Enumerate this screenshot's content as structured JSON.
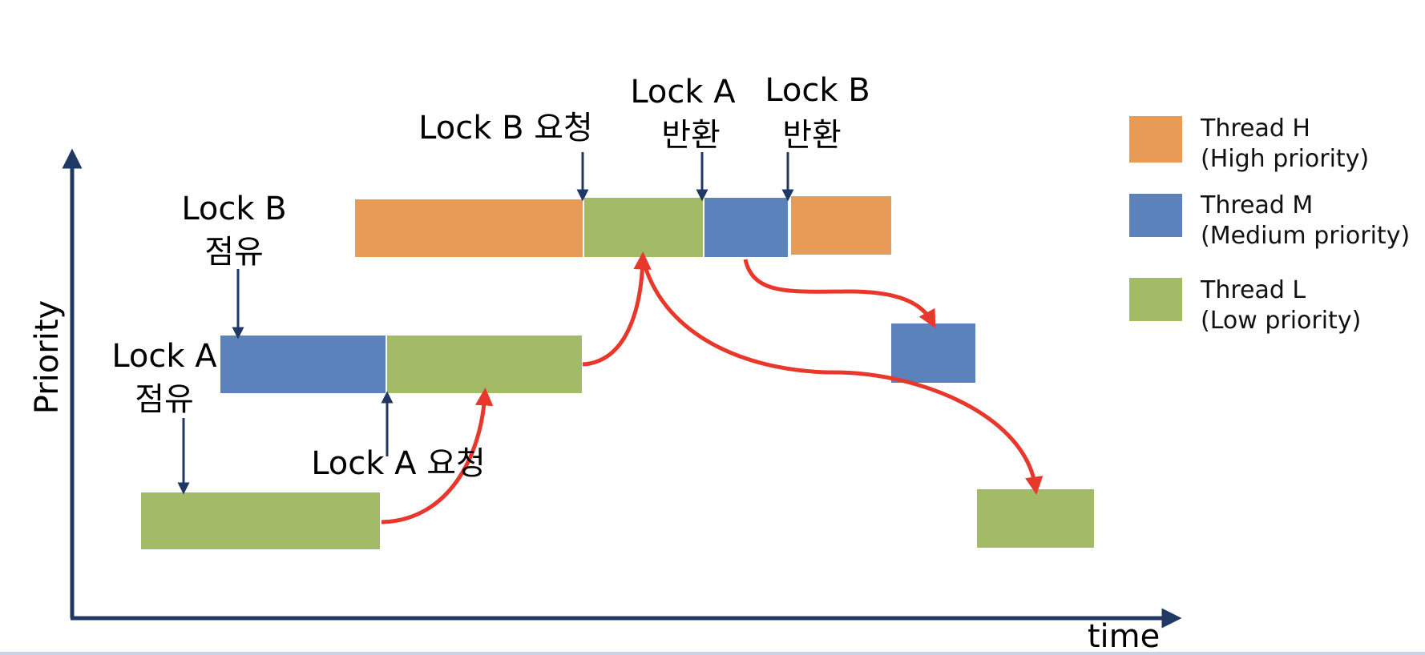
{
  "axes": {
    "y_label": "Priority",
    "x_label": "time"
  },
  "annotations": {
    "lock_a_hold_line1": "Lock A",
    "lock_a_hold_line2": "점유",
    "lock_b_hold_line1": "Lock B",
    "lock_b_hold_line2": "점유",
    "lock_a_request": "Lock A 요청",
    "lock_b_request": "Lock B 요청",
    "lock_a_release_line1": "Lock A",
    "lock_a_release_line2": "반환",
    "lock_b_release_line1": "Lock B",
    "lock_b_release_line2": "반환"
  },
  "legend": [
    {
      "title": "Thread H",
      "subtitle": "(High priority)",
      "color": "#e89a57"
    },
    {
      "title": "Thread M",
      "subtitle": "(Medium priority)",
      "color": "#5b82ba"
    },
    {
      "title": "Thread L",
      "subtitle": "(Low priority)",
      "color": "#a3ba67"
    }
  ],
  "colors": {
    "axis": "#1f3864",
    "transition_arrow": "#e8372b",
    "annotation_arrow": "#1f3864"
  }
}
